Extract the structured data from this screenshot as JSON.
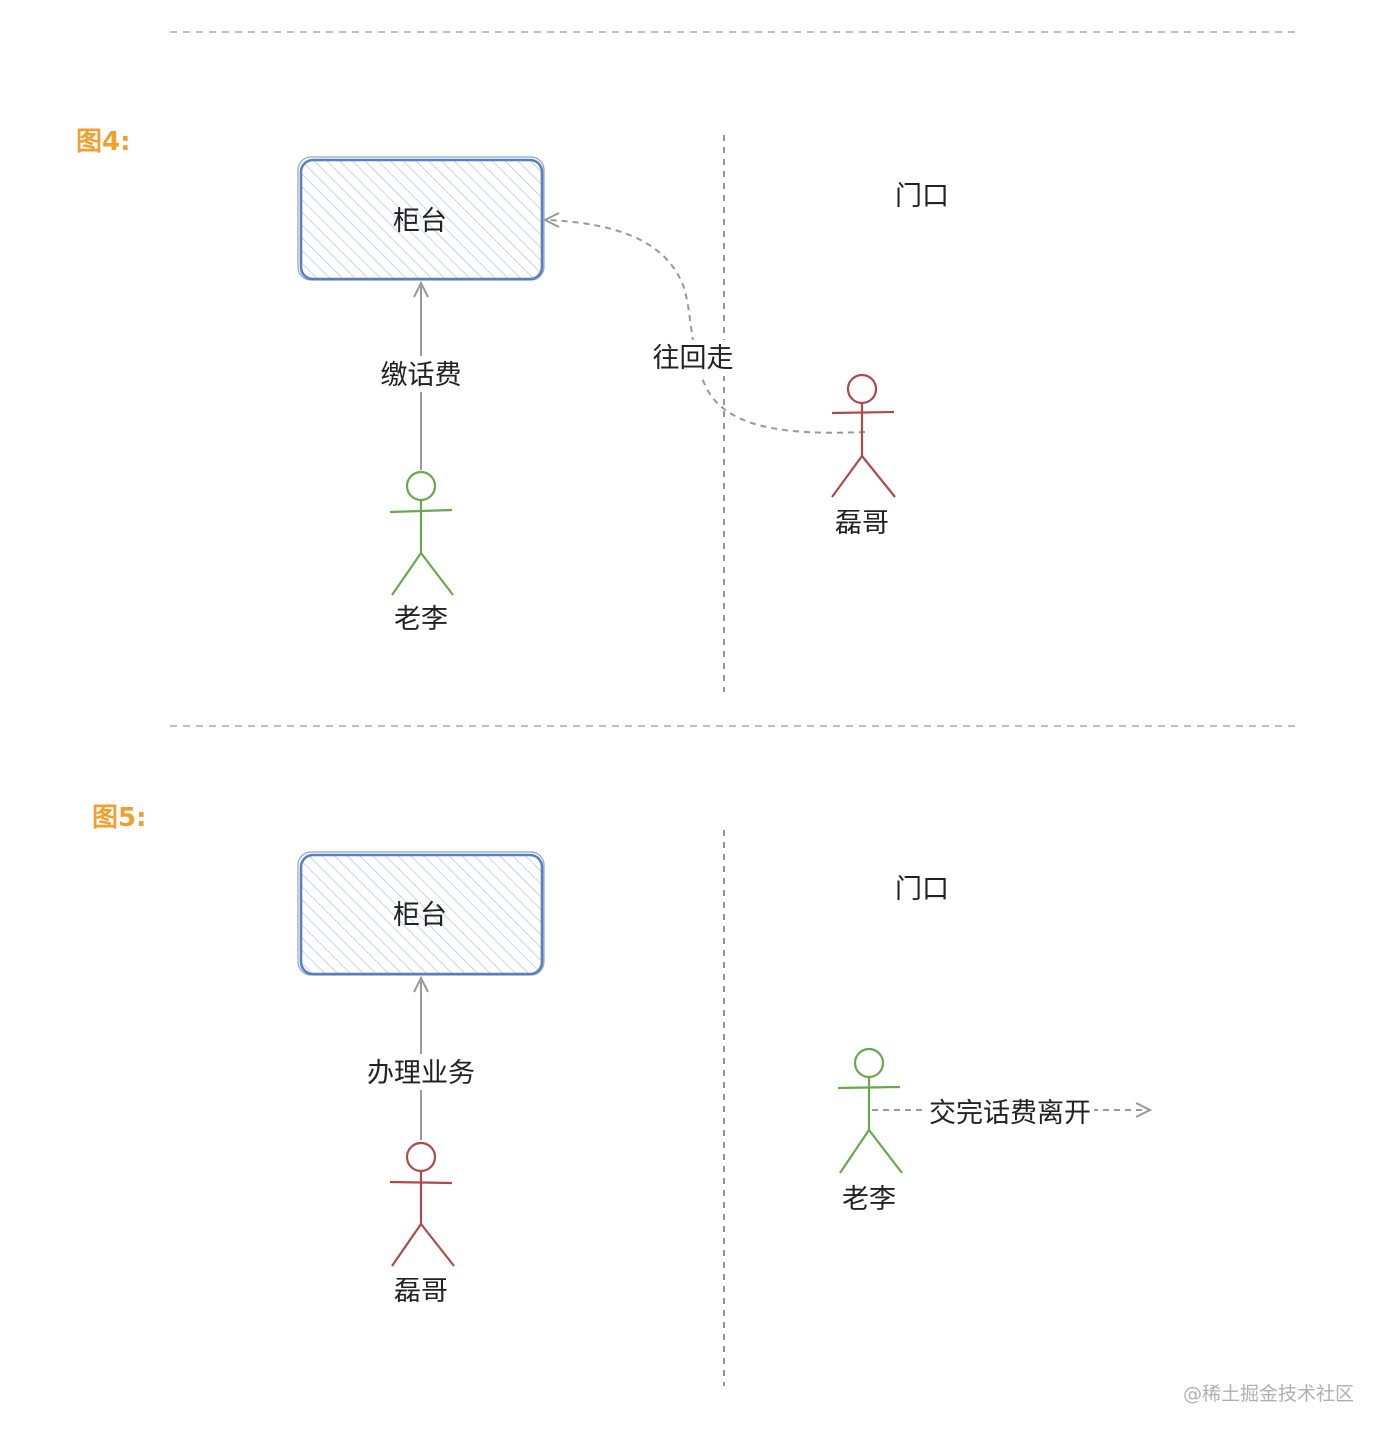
{
  "figures": [
    {
      "title": "图4:",
      "counter_label": "柜台",
      "door_label": "门口",
      "person_at_counter": {
        "name": "老李",
        "action": "缴话费",
        "color": "#6aa84f"
      },
      "person_near_door": {
        "name": "磊哥",
        "action": "往回走",
        "color": "#b04a4a"
      }
    },
    {
      "title": "图5:",
      "counter_label": "柜台",
      "door_label": "门口",
      "person_at_counter": {
        "name": "磊哥",
        "action": "办理业务",
        "color": "#b04a4a"
      },
      "person_near_door": {
        "name": "老李",
        "action": "交完话费离开",
        "color": "#6aa84f"
      }
    }
  ],
  "colors": {
    "figure_title": "#f0a030",
    "counter_stroke": "#5b7fb8",
    "counter_fill": "#dbe8f8",
    "arrow": "#999999",
    "divider": "#aaaaaa"
  },
  "watermark": "@稀土掘金技术社区"
}
